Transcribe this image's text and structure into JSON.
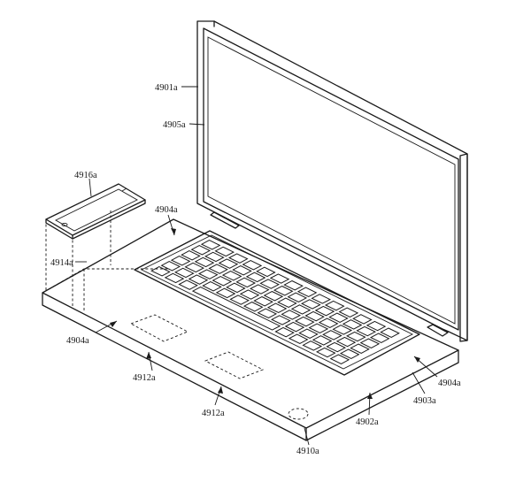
{
  "figure": {
    "labels": {
      "display_housing": "4901a",
      "display_screen": "4905a",
      "phone": "4916a",
      "keyboard_area": "4904a",
      "phone_column": "4914a",
      "base_left": "4904a",
      "trackpad_upper": "4912a",
      "trackpad_lower": "4912a",
      "base_right": "4904a",
      "base_right_edge": "4903a",
      "front_surface": "4902a",
      "front_corner": "4910a"
    },
    "stroke_color": "#1a1a1a",
    "background_color": "#ffffff"
  }
}
